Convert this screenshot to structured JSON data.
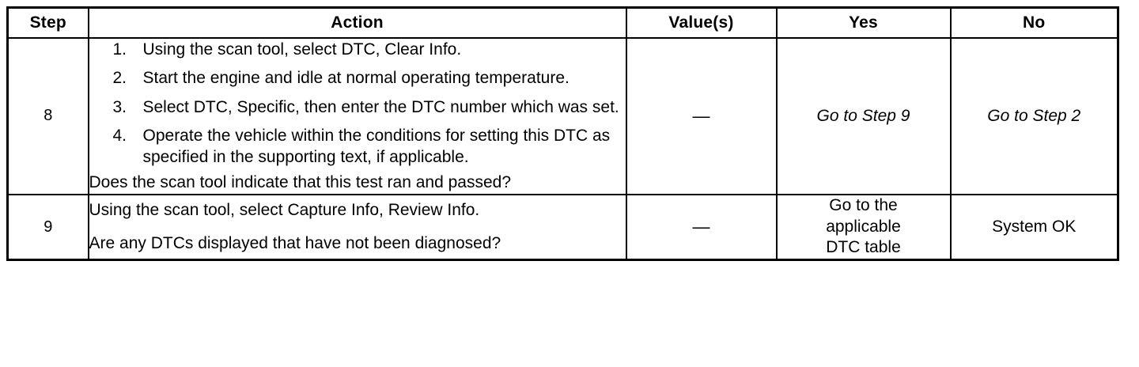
{
  "table": {
    "headers": {
      "step": "Step",
      "action": "Action",
      "values": "Value(s)",
      "yes": "Yes",
      "no": "No"
    },
    "rows": [
      {
        "step": "8",
        "action_items": [
          {
            "num": "1.",
            "text": "Using the scan tool, select DTC, Clear Info."
          },
          {
            "num": "2.",
            "text": "Start the engine and idle at normal operating temperature."
          },
          {
            "num": "3.",
            "text": "Select DTC, Specific, then enter the DTC number which was set."
          },
          {
            "num": "4.",
            "text": "Operate the vehicle within the conditions for setting this DTC as specified in the supporting text, if applicable."
          }
        ],
        "question": "Does the scan tool indicate that this test ran and passed?",
        "value": "—",
        "yes": "Go to Step 9",
        "no": "Go to Step 2"
      },
      {
        "step": "9",
        "line1": "Using the scan tool, select Capture Info, Review Info.",
        "question": "Are any DTCs displayed that have not been diagnosed?",
        "value": "—",
        "yes_line1": "Go to the",
        "yes_line2": "applicable",
        "yes_line3": "DTC table",
        "no": "System OK"
      }
    ]
  }
}
